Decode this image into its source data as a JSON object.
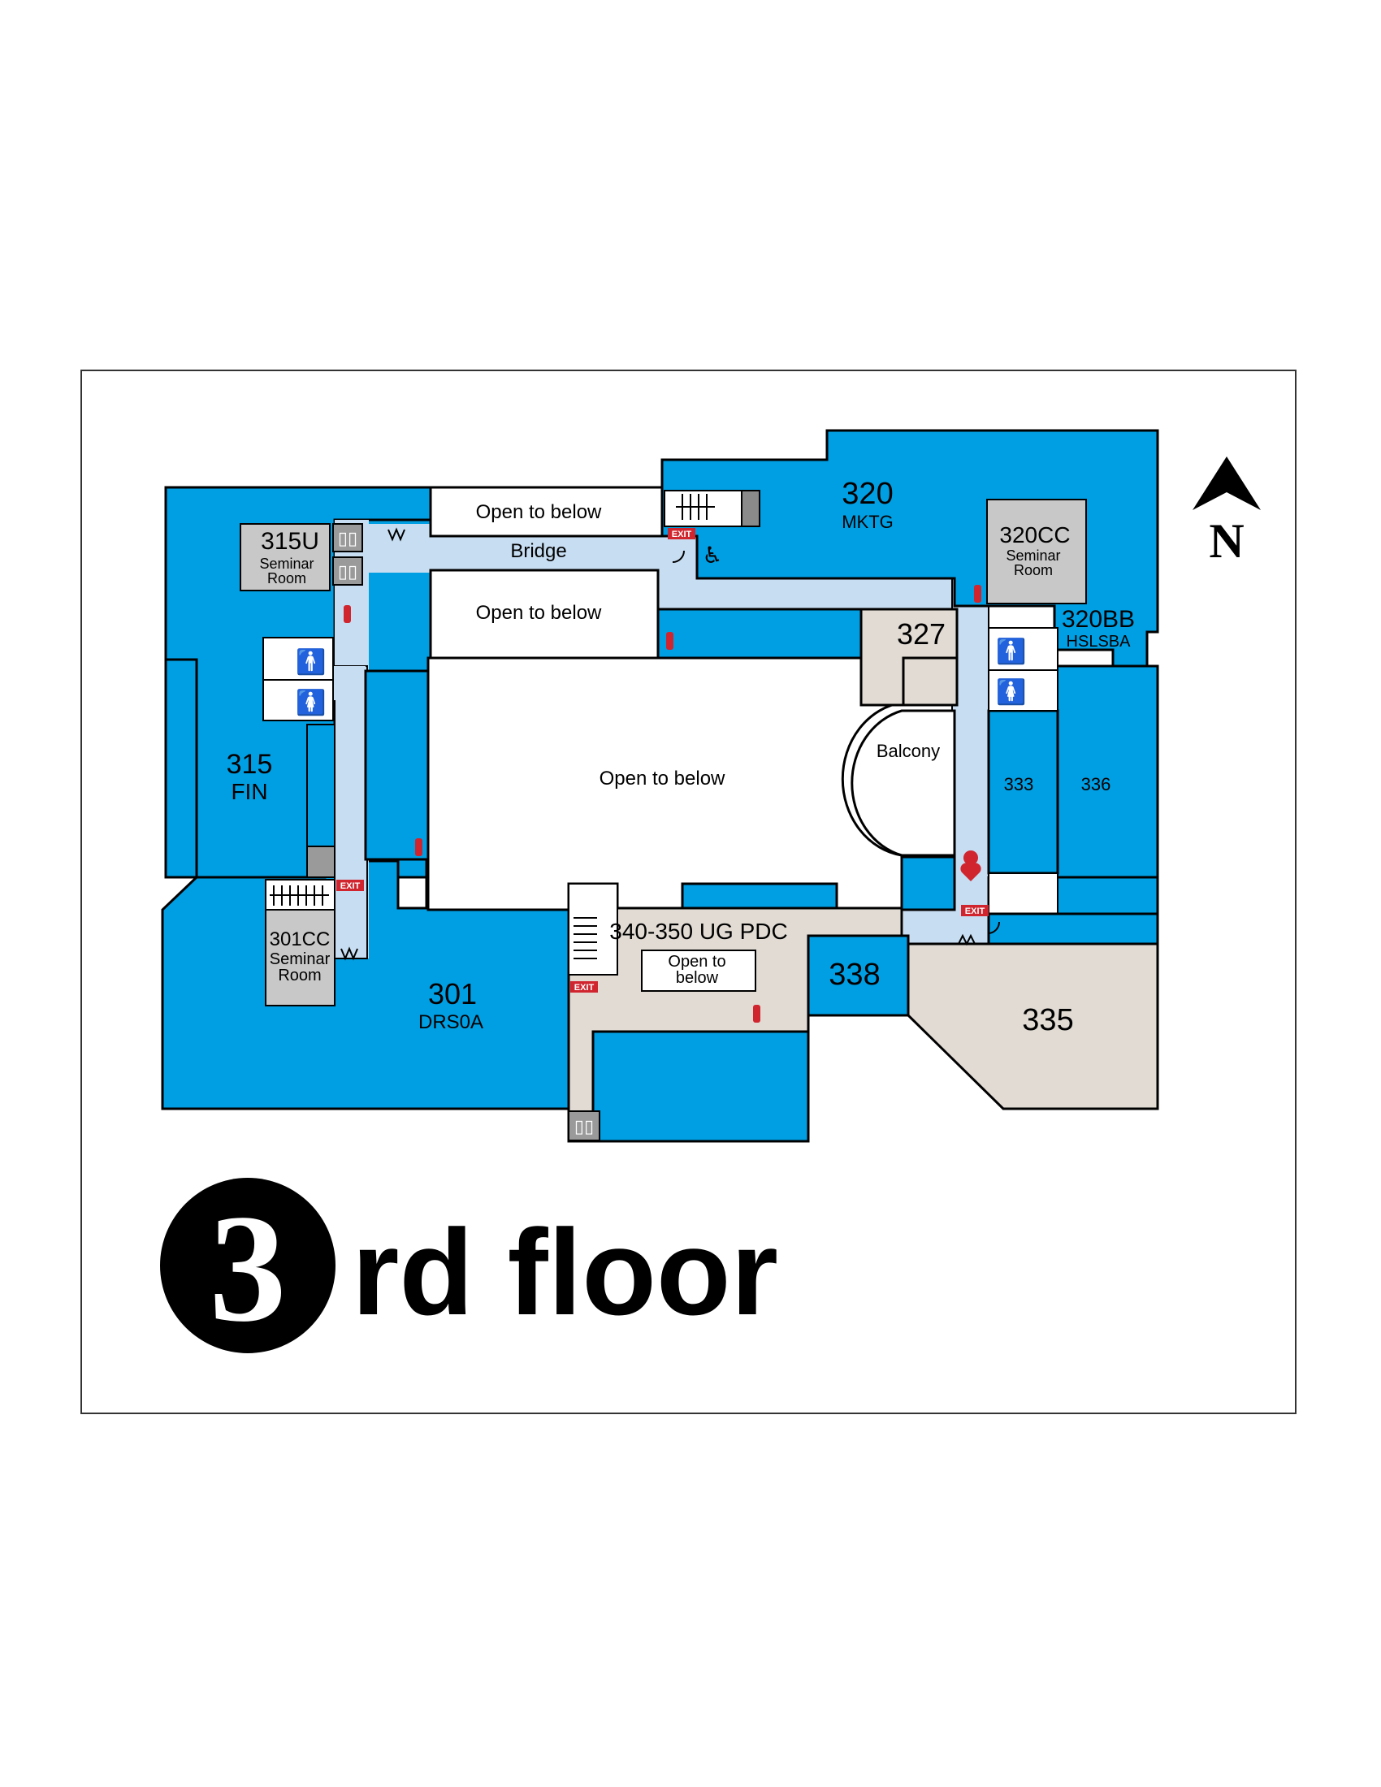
{
  "colors": {
    "room": "#009fe3",
    "corridor": "#c7ddf2",
    "pdc": "#e1dbd4",
    "seminar": "#c8c8c8",
    "exit": "#d0252f",
    "outline": "#000000"
  },
  "compass": {
    "label": "N"
  },
  "floor_title": {
    "number": "3",
    "suffix": "rd floor"
  },
  "rooms": {
    "r315u": {
      "num": "315U",
      "sub1": "Seminar",
      "sub2": "Room"
    },
    "r315": {
      "num": "315",
      "sub": "FIN"
    },
    "r301cc": {
      "num": "301CC",
      "sub1": "Seminar",
      "sub2": "Room"
    },
    "r301": {
      "num": "301",
      "sub": "DRS0A"
    },
    "r320": {
      "num": "320",
      "sub": "MKTG"
    },
    "r320cc": {
      "num": "320CC",
      "sub1": "Seminar",
      "sub2": "Room"
    },
    "r320bb": {
      "num": "320BB",
      "sub": "HSLSBA"
    },
    "r327": {
      "num": "327"
    },
    "r333": {
      "num": "333"
    },
    "r336": {
      "num": "336"
    },
    "r338": {
      "num": "338"
    },
    "r335": {
      "num": "335"
    },
    "r340": {
      "num": "340-350 UG PDC"
    }
  },
  "labels": {
    "open_top": "Open to below",
    "open_mid": "Open to below",
    "open_center": "Open to below",
    "open_pdc_1": "Open to",
    "open_pdc_2": "below",
    "bridge": "Bridge",
    "balcony": "Balcony"
  },
  "exit_signs": [
    "EXIT",
    "EXIT",
    "EXIT",
    "EXIT"
  ],
  "icons": [
    "stairs-icon",
    "elevator-icon",
    "restroom-icon",
    "fire-extinguisher-icon",
    "wheelchair-icon",
    "aed-icon",
    "door-icon",
    "north-arrow-icon"
  ]
}
